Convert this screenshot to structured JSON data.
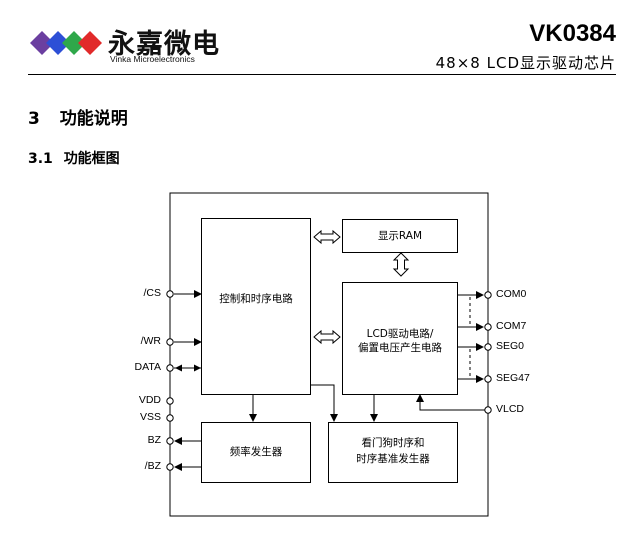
{
  "header": {
    "logo_cn": "永嘉微电",
    "logo_en": "Vinka Microelectronics",
    "model": "VK0384",
    "subtitle": "48×8 LCD显示驱动芯片",
    "colors": {
      "blue": "#2d4fd6",
      "green": "#2fa84a",
      "red": "#e12a2a",
      "purple": "#6b3fa0"
    }
  },
  "section": {
    "number": "3",
    "title": "功能说明"
  },
  "subsection": {
    "number": "3.1",
    "title": "功能框图"
  },
  "diagram": {
    "blocks": {
      "control": "控制和时序电路",
      "display_ram": "显示RAM",
      "lcd_driver_line1": "LCD驱动电路/",
      "lcd_driver_line2": "偏置电压产生电路",
      "freq_gen": "频率发生器",
      "timer_line1": "看门狗时序和",
      "timer_line2": "时序基准发生器"
    },
    "left_pins": [
      "/CS",
      "/WR",
      "DATA",
      "VDD",
      "VSS",
      "BZ",
      "/BZ"
    ],
    "right_pins": [
      "COM0",
      "COM7",
      "SEG0",
      "SEG47",
      "VLCD"
    ]
  }
}
